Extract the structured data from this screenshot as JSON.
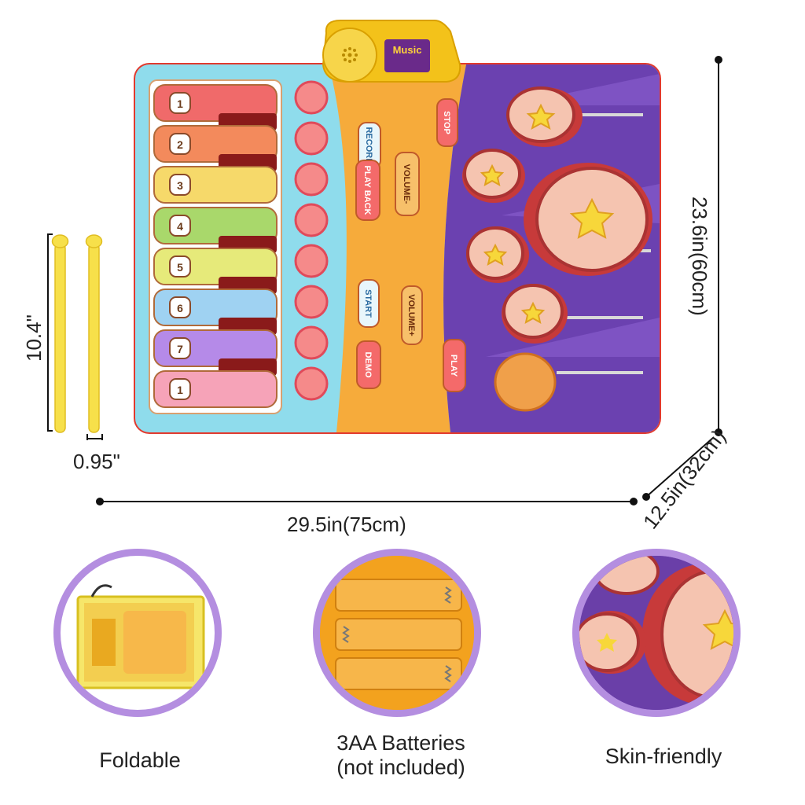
{
  "mat": {
    "piano_keys": [
      "1",
      "2",
      "3",
      "4",
      "5",
      "6",
      "7",
      "1"
    ],
    "buttons": {
      "record": "RECORE",
      "play_back": "PLAY BACK",
      "start": "START",
      "demo": "DEMO",
      "volume_down": "VOLUME-",
      "volume_up": "VOLUME+",
      "stop": "STOP",
      "play": "PLAY"
    },
    "logo": "Music",
    "colors": {
      "border": "#e23a2e",
      "piano_bg": "#8fdcec",
      "center_bg": "#f6ab3b",
      "drum_bg": "#6b41b0",
      "key_red": "#f06a6a",
      "key_orange": "#f38a5c",
      "key_yellow": "#f6d96a",
      "key_green": "#a9d86b",
      "key_lime": "#e6ea7a",
      "key_blue": "#9fd2f2",
      "key_purple": "#b58ae8",
      "key_pink": "#f6a3b8"
    }
  },
  "dimensions": {
    "length": "29.5in(75cm)",
    "height": "23.6in(60cm)",
    "depth": "12.5in(32cm)",
    "stick_length": "10.4\"",
    "stick_width": "0.95\""
  },
  "features": [
    {
      "label": "Foldable",
      "icon": "foldable-bag-icon"
    },
    {
      "label": "3AA Batteries\n(not included)",
      "line1": "3AA Batteries",
      "line2": "(not included)",
      "icon": "battery-compartment-icon"
    },
    {
      "label": "Skin-friendly",
      "icon": "drum-closeup-icon"
    }
  ]
}
